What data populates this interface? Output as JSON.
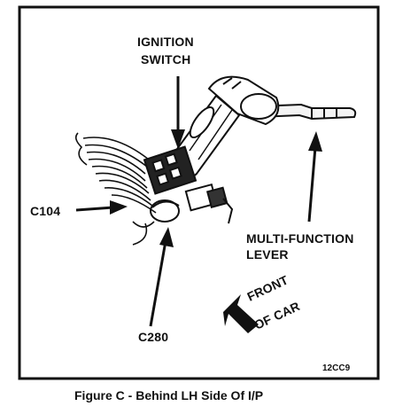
{
  "labels": {
    "ignition_switch_line1": "IGNITION",
    "ignition_switch_line2": "SWITCH",
    "c104": "C104",
    "c280": "C280",
    "multi_function_line1": "MULTI-FUNCTION",
    "multi_function_line2": "LEVER",
    "front_line1": "FRONT",
    "front_line2": "OF CAR",
    "code": "12CC9"
  },
  "caption": "Figure C - Behind LH Side Of I/P"
}
